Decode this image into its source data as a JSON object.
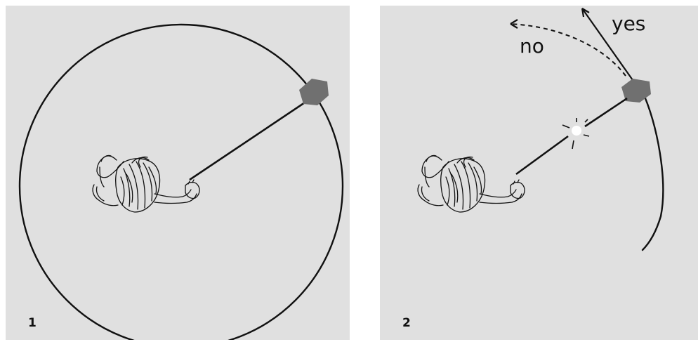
{
  "panels": [
    {
      "number": "1"
    },
    {
      "number": "2",
      "labels": {
        "yes": "yes",
        "no": "no"
      }
    }
  ],
  "colors": {
    "background": "#e0e0e0",
    "line": "#111111",
    "ball": "#707070",
    "spark": "#ffffff"
  }
}
